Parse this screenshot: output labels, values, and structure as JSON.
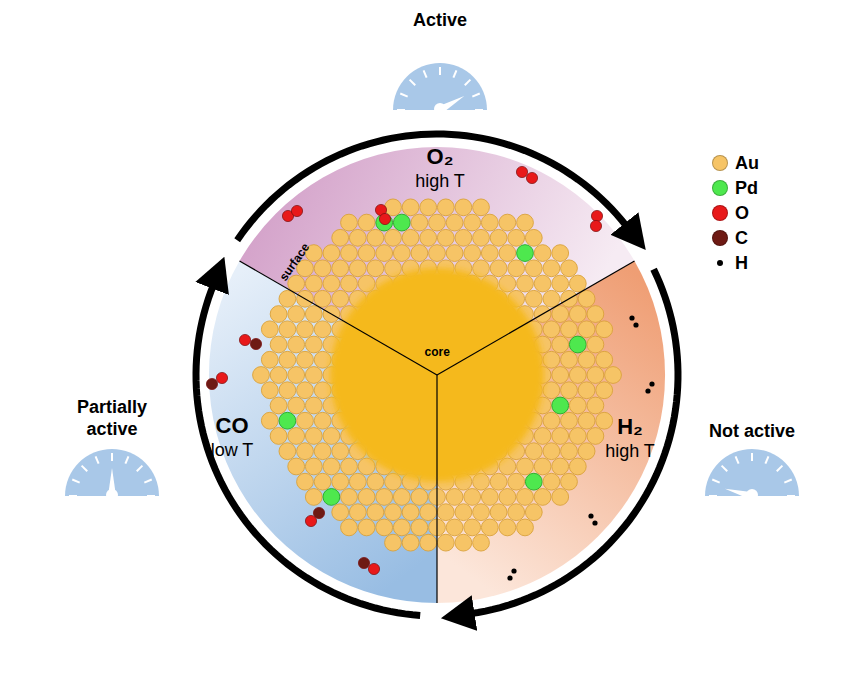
{
  "diagram": {
    "nodes": [
      {
        "text": [
          "O₂",
          "high T"
        ]
      },
      {
        "text": [
          "H₂",
          "high T"
        ]
      },
      {
        "text": [
          "CO",
          "low T"
        ]
      }
    ],
    "edges": [
      {
        "from": 0,
        "to": 1,
        "arrow": "to"
      },
      {
        "from": 1,
        "to": 2,
        "arrow": "to"
      },
      {
        "from": 2,
        "to": 0,
        "arrow": "to"
      }
    ],
    "labels": [
      "Active",
      "Partially active",
      "Not active",
      "core",
      "surface"
    ],
    "legend": [
      {
        "text": "Au",
        "color": "#f6c466"
      },
      {
        "text": "Pd",
        "color": "#4ee84e"
      },
      {
        "text": "O",
        "color": "#e8191a"
      },
      {
        "text": "C",
        "color": "#6e1a14"
      },
      {
        "text": "H",
        "color": "#000000"
      }
    ]
  }
}
